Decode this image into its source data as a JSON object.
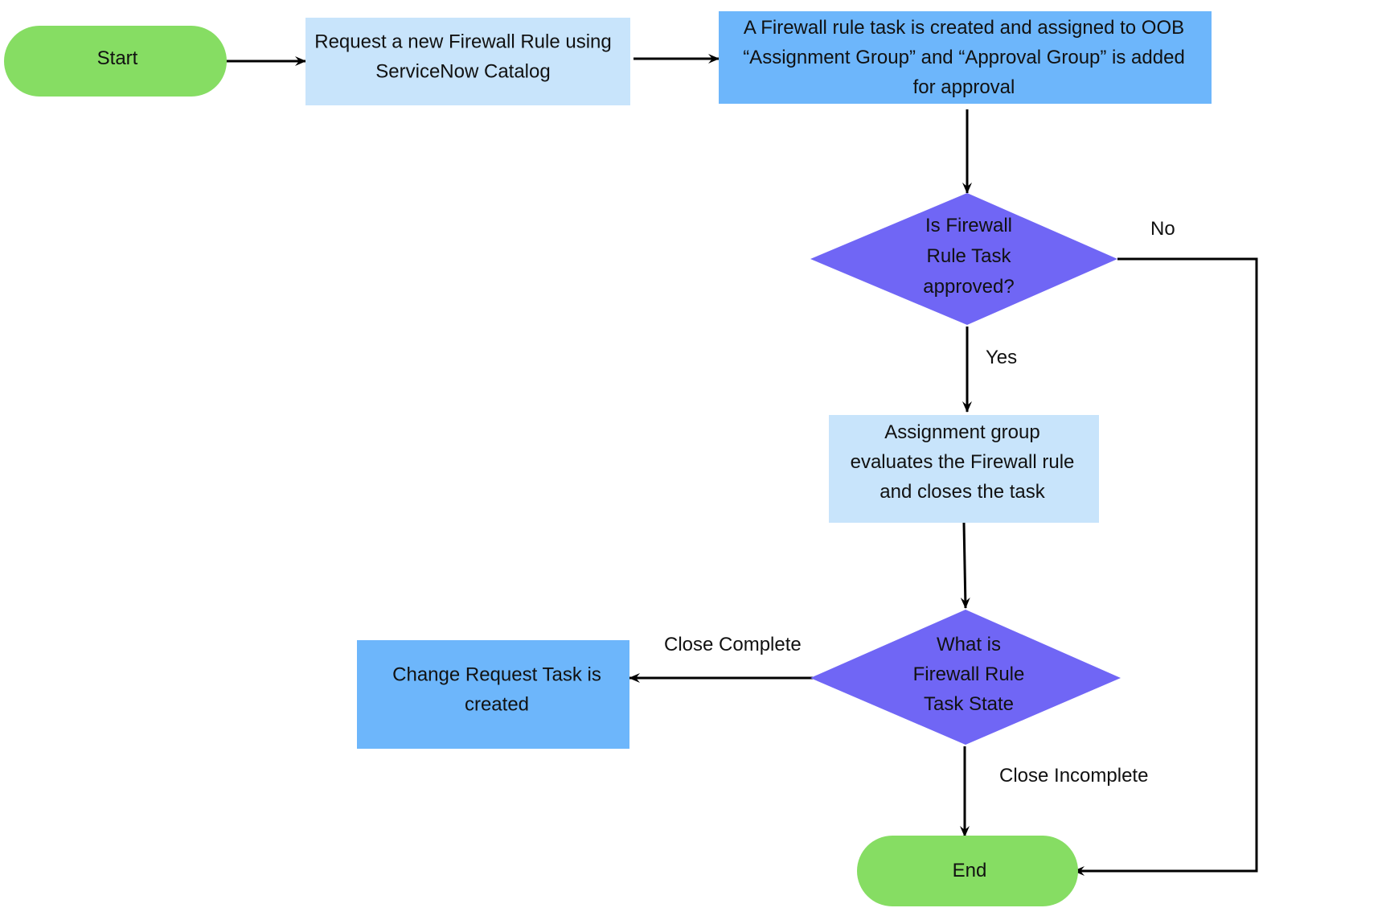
{
  "colors": {
    "terminal": "#86dd63",
    "process_light": "#c8e4fb",
    "process_dark": "#6db6fb",
    "decision": "#7066f5",
    "line": "#000000",
    "text": "#111111"
  },
  "nodes": {
    "start": {
      "lines": [
        "Start"
      ]
    },
    "request": {
      "lines": [
        "Request a new Firewall Rule using",
        "ServiceNow Catalog"
      ]
    },
    "task_created": {
      "lines": [
        "A Firewall rule task is created and assigned to OOB",
        "“Assignment Group” and “Approval Group” is added",
        "for approval"
      ]
    },
    "approved_decision": {
      "lines": [
        "Is Firewall",
        "Rule Task",
        "approved?"
      ]
    },
    "evaluate": {
      "lines": [
        "Assignment group",
        "evaluates the Firewall rule",
        "and closes the task"
      ]
    },
    "state_decision": {
      "lines": [
        "What is",
        "Firewall Rule",
        "Task State"
      ]
    },
    "change_request": {
      "lines": [
        "Change Request Task is",
        "created"
      ]
    },
    "end": {
      "lines": [
        "End"
      ]
    }
  },
  "edge_labels": {
    "no": "No",
    "yes": "Yes",
    "close_complete": "Close Complete",
    "close_incomplete": "Close Incomplete"
  }
}
